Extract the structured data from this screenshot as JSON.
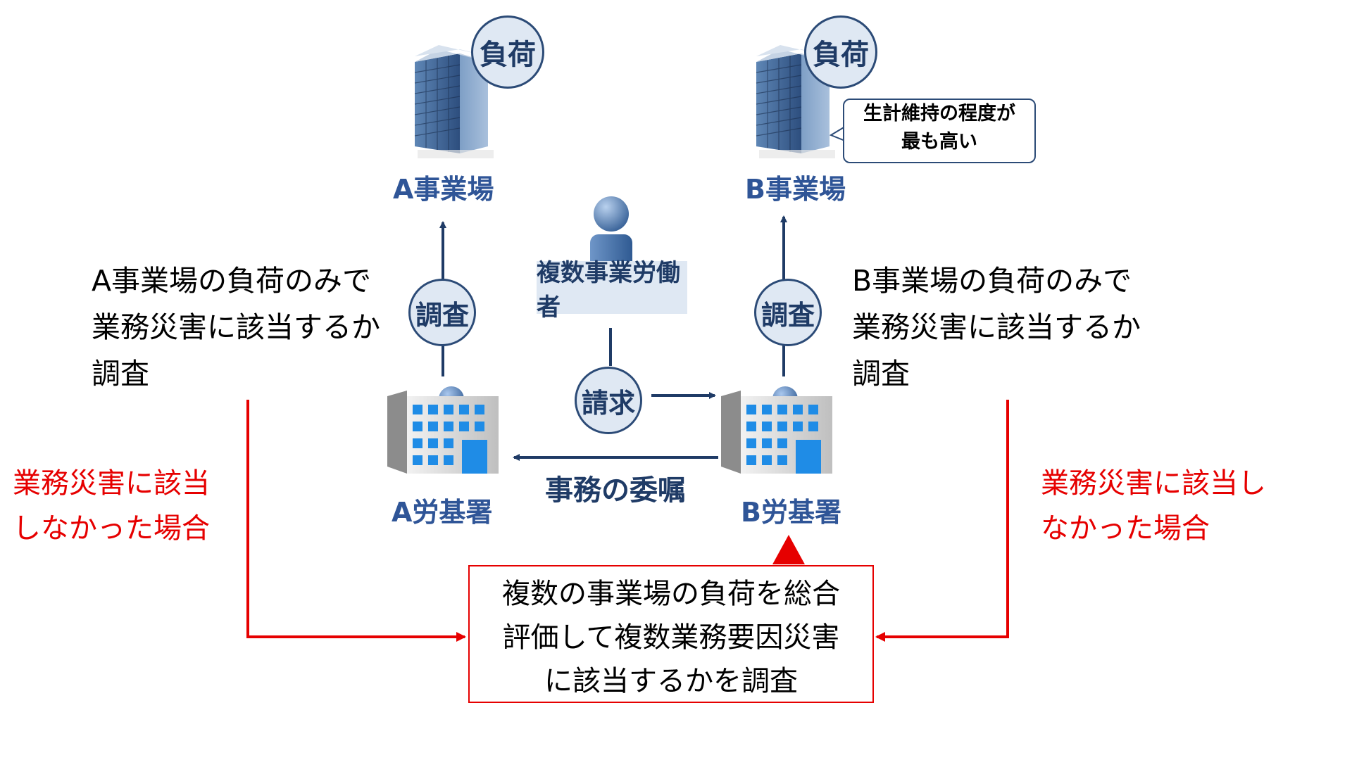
{
  "sites": {
    "a": {
      "label": "A事業場",
      "load": "負荷"
    },
    "b": {
      "label": "B事業場",
      "load": "負荷",
      "callout": [
        "生計維持の程度が",
        "最も高い"
      ]
    }
  },
  "offices": {
    "a": {
      "label": "A労基署",
      "investigate": "調査"
    },
    "b": {
      "label": "B労基署",
      "investigate": "調査"
    }
  },
  "worker": {
    "label": "複数事業労働者",
    "claim": "請求"
  },
  "commission": "事務の委嘱",
  "notes": {
    "a": [
      "A事業場の負荷のみで",
      "業務災害に該当するか",
      "調査"
    ],
    "b": [
      "B事業場の負荷のみで",
      "業務災害に該当するか",
      "調査"
    ]
  },
  "not_applicable": {
    "left": [
      "業務災害に該当",
      "しなかった場合"
    ],
    "right": [
      "業務災害に該当し",
      "なかった場合"
    ]
  },
  "result": [
    "複数の事業場の負荷を総合",
    "評価して複数業務要因災害",
    "に該当するかを調査"
  ],
  "colors": {
    "arrow_blue": "#1f3b66",
    "bubble_fill": "#dfe8f3",
    "label_blue": "#2f5597",
    "alert_red": "#e60000"
  }
}
